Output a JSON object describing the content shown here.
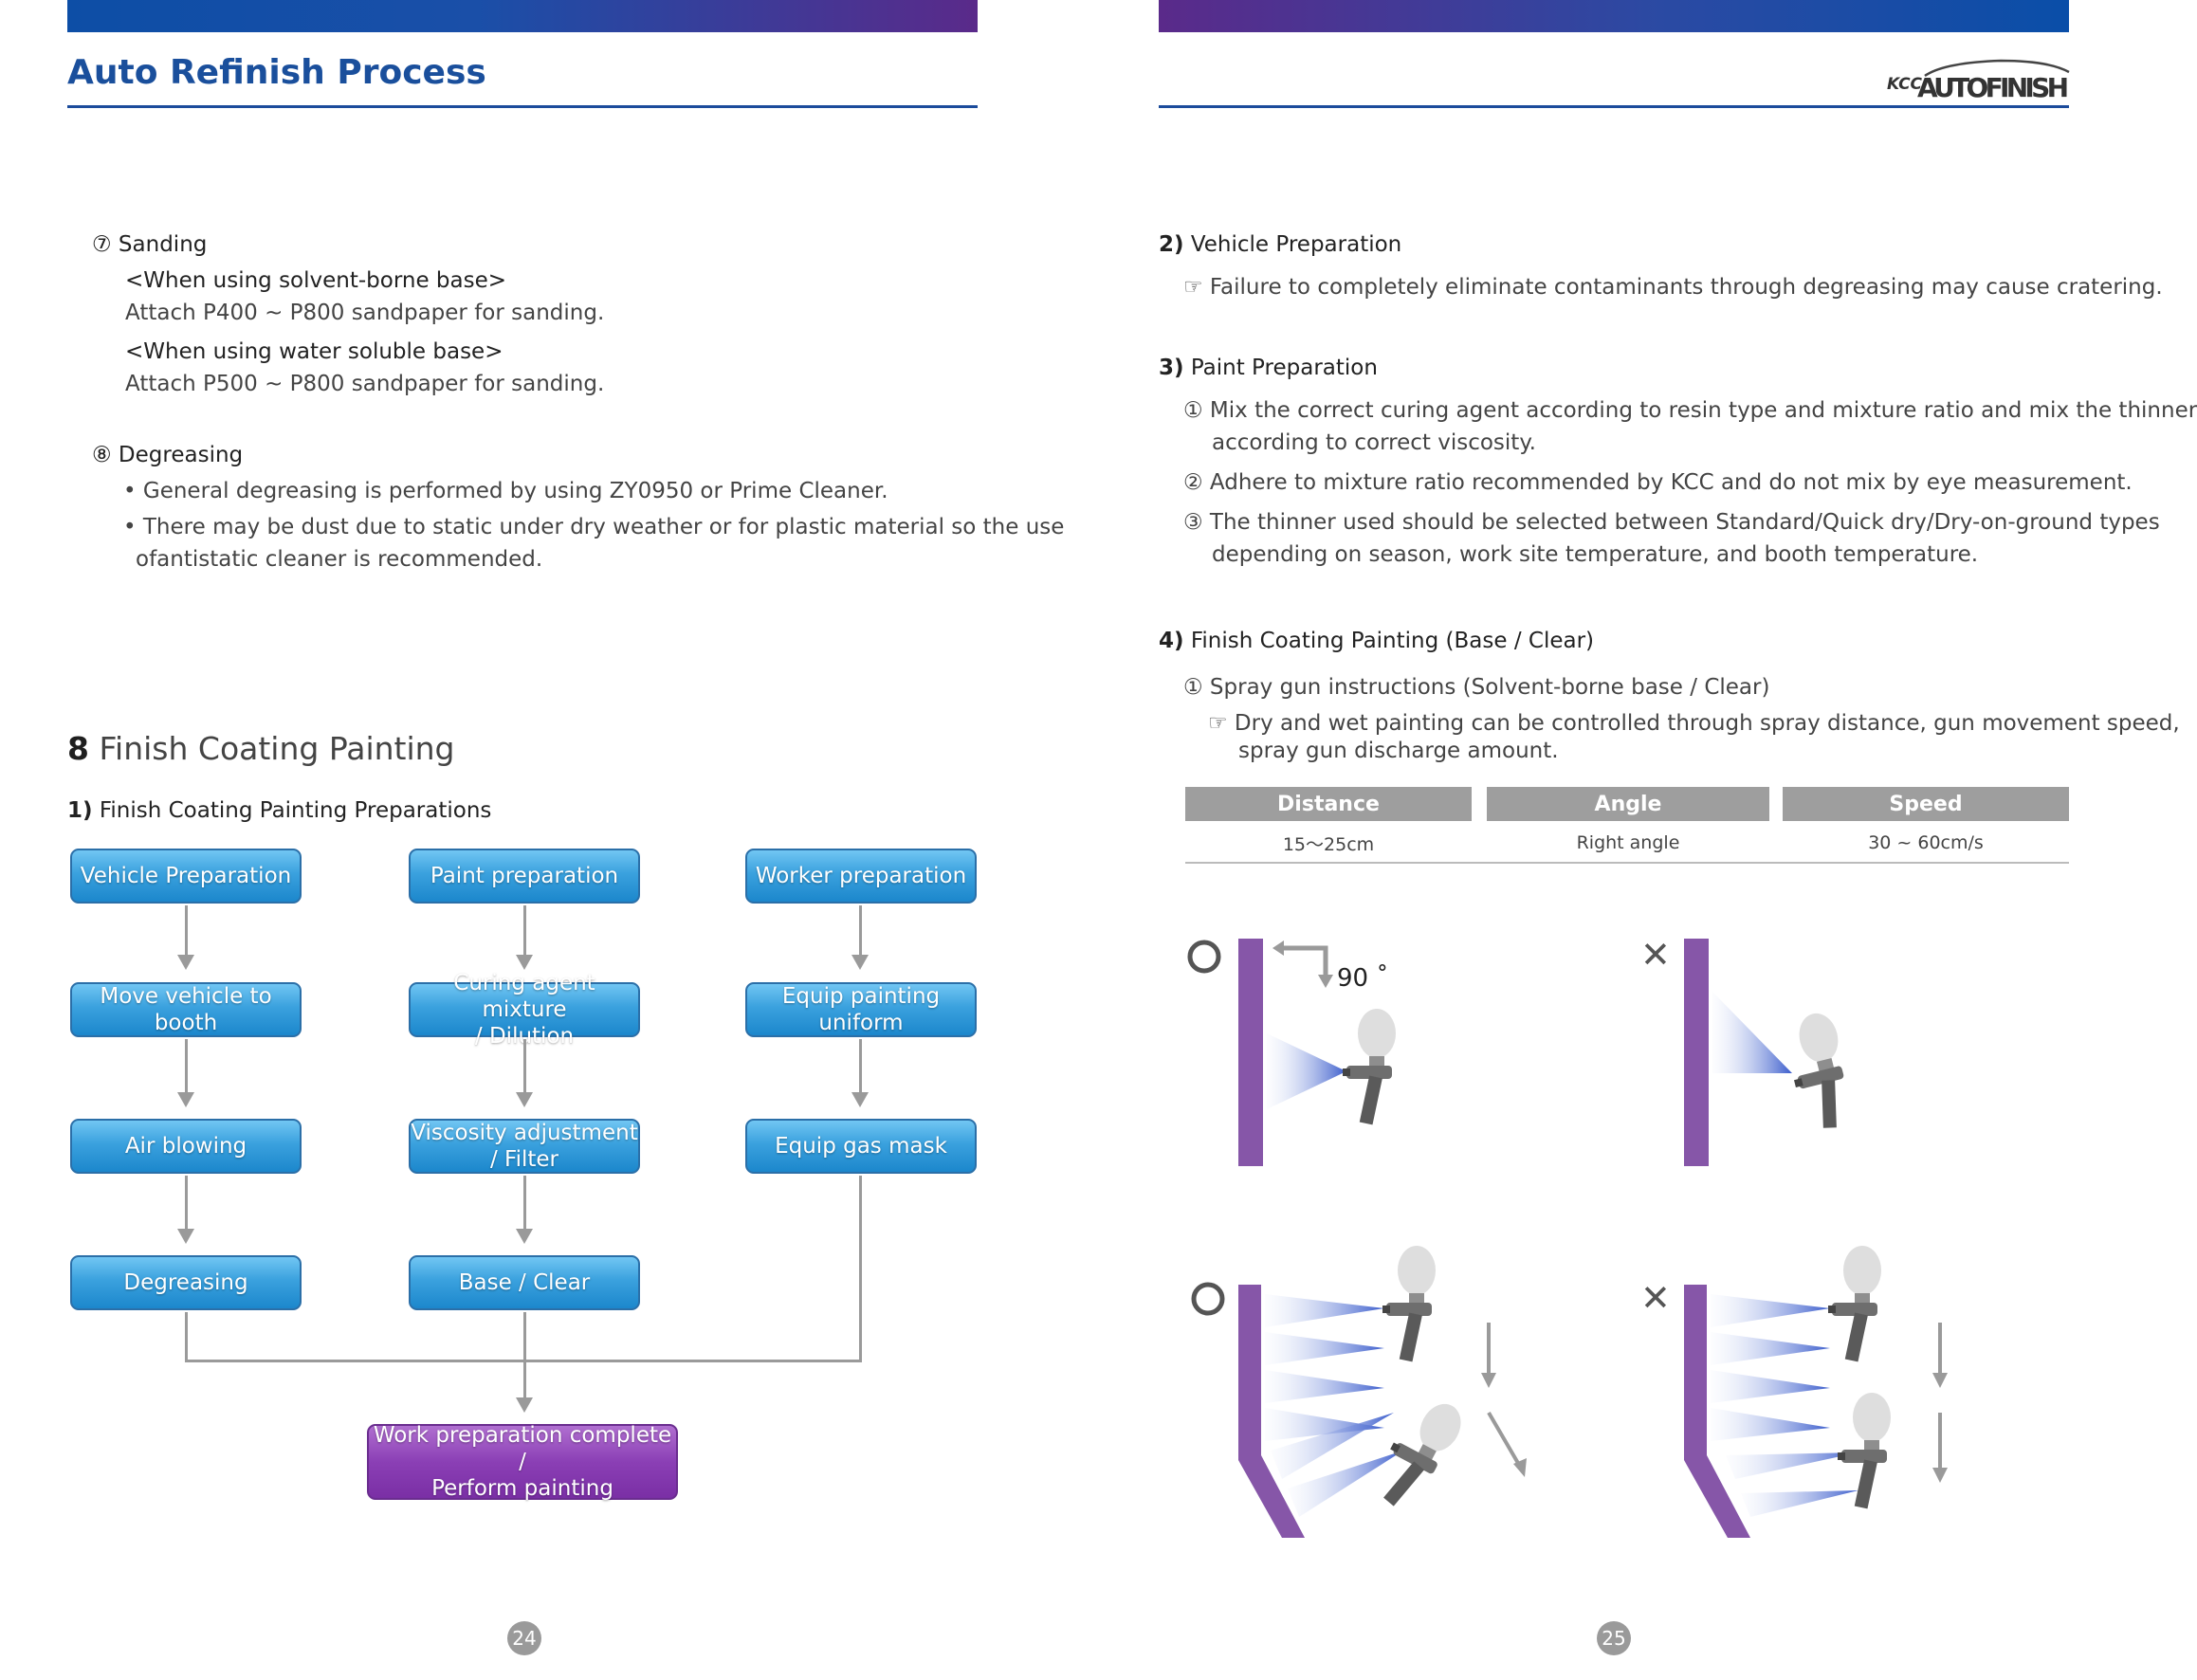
{
  "header": {
    "left_title": "Auto Refinish Process",
    "logo_prefix": "KCC",
    "logo_text": "AUTOFINISH"
  },
  "left": {
    "sanding": {
      "title": "⑦ Sanding",
      "solvent_heading": "<When using solvent-borne base>",
      "solvent_text": "Attach P400 ~ P800 sandpaper for sanding.",
      "water_heading": "<When using water soluble base>",
      "water_text": "Attach P500 ~ P800 sandpaper for sanding."
    },
    "degreasing": {
      "title": "⑧ Degreasing",
      "bullet1": "• General degreasing is performed by using ZY0950 or Prime Cleaner.",
      "bullet2_line1": "• There may be dust due to static under dry weather or for plastic material so the use",
      "bullet2_line2": "ofantistatic cleaner is recommended."
    },
    "section": {
      "number": "8",
      "title": "Finish Coating Painting",
      "sub_num": "1)",
      "sub_title": "Finish Coating Painting Preparations"
    },
    "flow": {
      "col1": [
        "Vehicle Preparation",
        "Move vehicle to\nbooth",
        "Air blowing",
        "Degreasing"
      ],
      "col2": [
        "Paint preparation",
        "Curing agent mixture\n/ Dilution",
        "Viscosity adjustment\n/ Filter",
        "Base / Clear"
      ],
      "col3": [
        "Worker preparation",
        "Equip painting\nuniform",
        "Equip gas mask"
      ],
      "final": "Work preparation complete /\nPerform painting"
    },
    "page_number": "24"
  },
  "right": {
    "vehicle_prep": {
      "num": "2)",
      "title": "Vehicle Preparation",
      "note": "☞ Failure to completely eliminate contaminants through degreasing may cause cratering."
    },
    "paint_prep": {
      "num": "3)",
      "title": "Paint Preparation",
      "item1_line1": "① Mix the correct curing agent according to resin type and mixture ratio and mix the thinner",
      "item1_line2": "according to correct viscosity.",
      "item2": "② Adhere to mixture ratio recommended by KCC and do not mix by eye measurement.",
      "item3_line1": "③ The thinner used should be selected between Standard/Quick dry/Dry-on-ground types",
      "item3_line2": "depending on season, work site temperature, and booth temperature."
    },
    "finish_coat": {
      "num": "4)",
      "title": "Finish Coating Painting (Base / Clear)",
      "item1": "① Spray gun instructions (Solvent-borne base / Clear)",
      "note_line1": "☞ Dry and wet painting can be controlled through spray distance, gun movement speed,",
      "note_line2": "spray gun discharge amount."
    },
    "table": {
      "headers": [
        "Distance",
        "Angle",
        "Speed"
      ],
      "values": [
        "15～25cm",
        "Right angle",
        "30 ~ 60cm/s"
      ]
    },
    "diagram": {
      "angle_label": "90 ˚",
      "correct_mark": "○",
      "wrong_mark": "✕"
    },
    "page_number": "25"
  },
  "colors": {
    "brand_blue": "#1a4f9c",
    "box_blue": "#3aa1de",
    "box_purple": "#8b3fb5",
    "panel_purple": "#8656a8"
  }
}
